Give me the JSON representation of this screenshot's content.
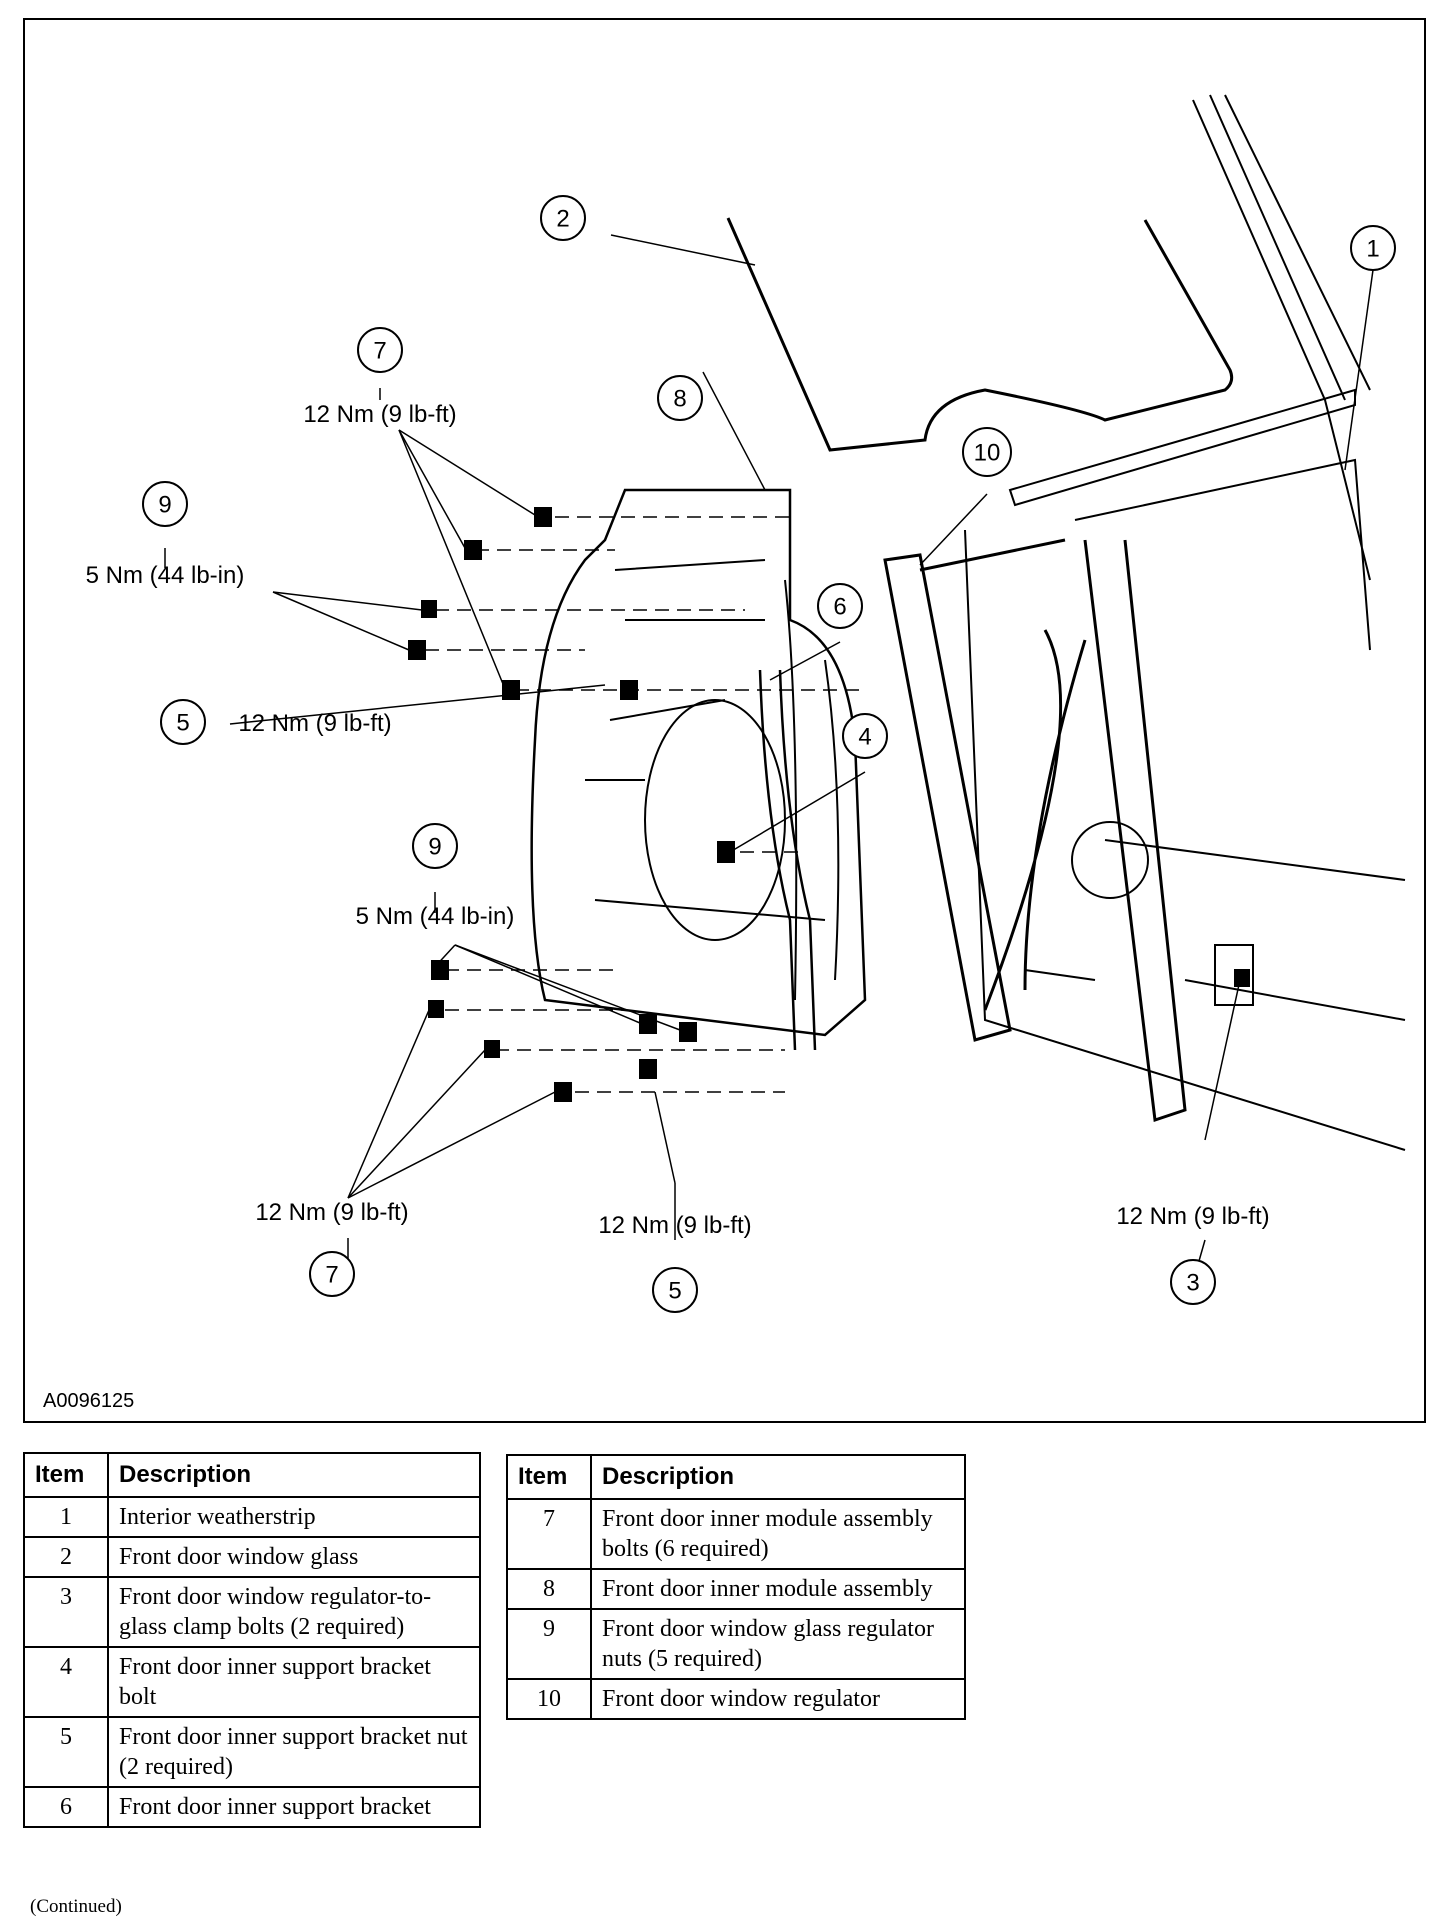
{
  "figure": {
    "reference_code": "A0096125",
    "callouts": [
      {
        "id": "1",
        "label": "1"
      },
      {
        "id": "2",
        "label": "2"
      },
      {
        "id": "3",
        "label": "3"
      },
      {
        "id": "4",
        "label": "4"
      },
      {
        "id": "5a",
        "label": "5"
      },
      {
        "id": "5b",
        "label": "5"
      },
      {
        "id": "6",
        "label": "6"
      },
      {
        "id": "7a",
        "label": "7"
      },
      {
        "id": "7b",
        "label": "7"
      },
      {
        "id": "8",
        "label": "8"
      },
      {
        "id": "9a",
        "label": "9"
      },
      {
        "id": "9b",
        "label": "9"
      },
      {
        "id": "10",
        "label": "10"
      }
    ],
    "torque_labels": {
      "t7_top": "12 Nm (9 lb-ft)",
      "t9_top": "5 Nm (44 lb-in)",
      "t5_mid": "12 Nm (9 lb-ft)",
      "t9_mid": "5 Nm (44 lb-in)",
      "t7_bottom": "12 Nm (9 lb-ft)",
      "t5_bottom": "12 Nm (9 lb-ft)",
      "t3": "12 Nm (9 lb-ft)"
    }
  },
  "legend": {
    "header_item": "Item",
    "header_description": "Description",
    "left_rows": [
      {
        "item": "1",
        "description": "Interior weatherstrip"
      },
      {
        "item": "2",
        "description": "Front door window glass"
      },
      {
        "item": "3",
        "description": "Front door window regulator-to-glass clamp bolts (2 required)"
      },
      {
        "item": "4",
        "description": "Front door inner support bracket bolt"
      },
      {
        "item": "5",
        "description": "Front door inner support bracket nut (2 required)"
      },
      {
        "item": "6",
        "description": "Front door inner support bracket"
      }
    ],
    "right_rows": [
      {
        "item": "7",
        "description": "Front door inner module assembly bolts (6 required)"
      },
      {
        "item": "8",
        "description": "Front door inner module assembly"
      },
      {
        "item": "9",
        "description": "Front door window glass regulator nuts (5 required)"
      },
      {
        "item": "10",
        "description": "Front door window regulator"
      }
    ]
  },
  "footer": {
    "continued": "(Continued)"
  }
}
